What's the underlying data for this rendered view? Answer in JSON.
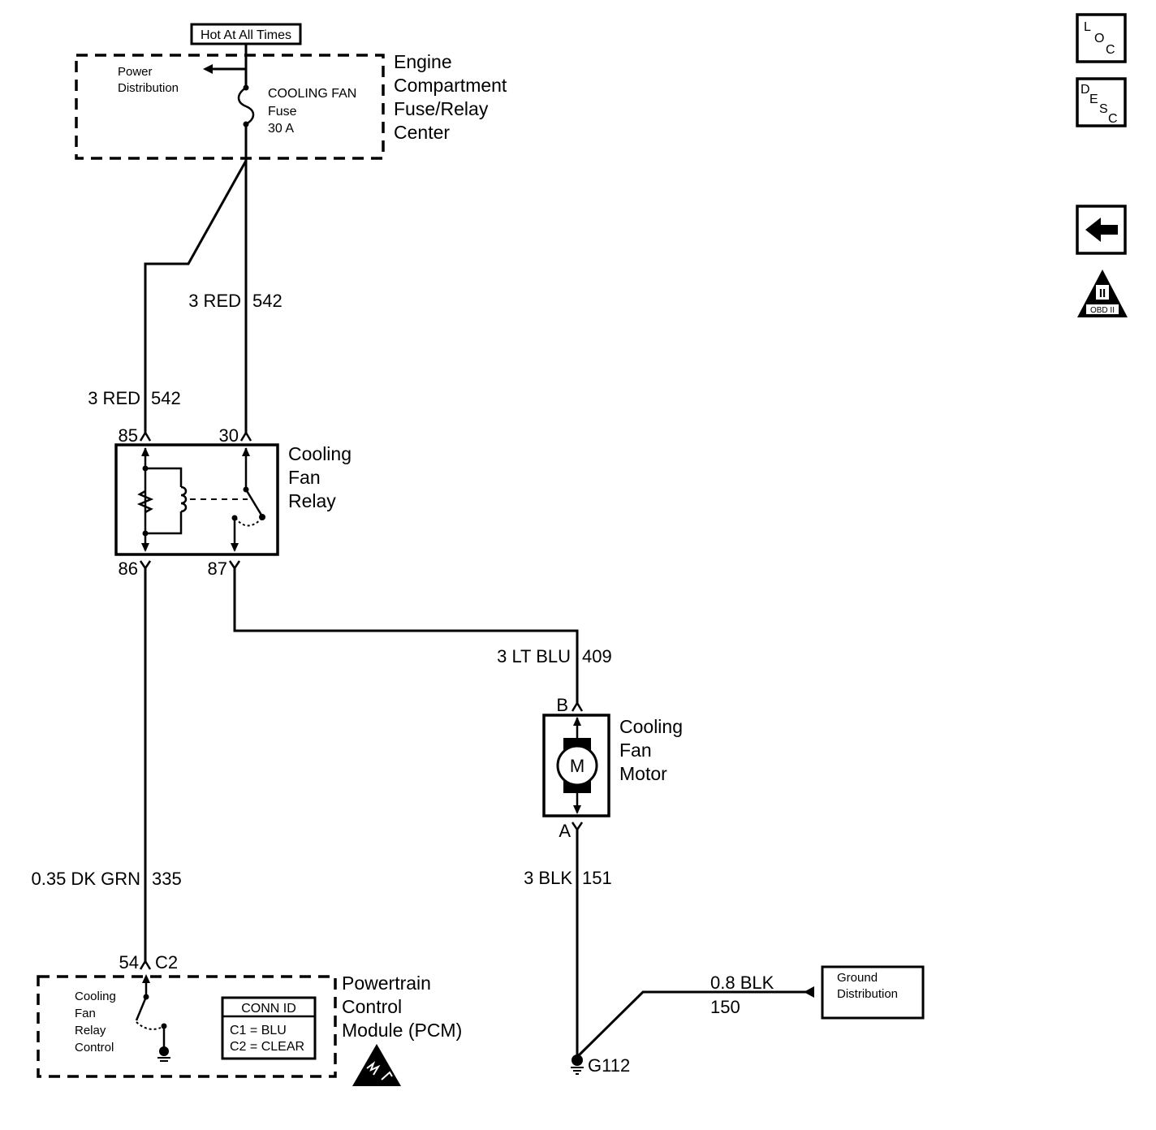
{
  "fuse_block": {
    "hot_label": "Hot At All Times",
    "power_distribution": [
      "Power",
      "Distribution"
    ],
    "fuse_label": [
      "COOLING FAN",
      "Fuse",
      "30 A"
    ],
    "title": [
      "Engine",
      "Compartment",
      "Fuse/Relay",
      "Center"
    ]
  },
  "wires": {
    "w1": "3 RED",
    "w1_circuit": "542",
    "w2": "3 RED",
    "w2_circuit": "542",
    "w3": "3 LT BLU",
    "w3_circuit": "409",
    "w4": "0.35 DK GRN",
    "w4_circuit": "335",
    "w5": "3 BLK",
    "w5_circuit": "151",
    "w6": "0.8 BLK",
    "w6_circuit": "150"
  },
  "relay": {
    "title": [
      "Cooling",
      "Fan",
      "Relay"
    ],
    "pin85": "85",
    "pin30": "30",
    "pin86": "86",
    "pin87": "87"
  },
  "motor": {
    "title": [
      "Cooling",
      "Fan",
      "Motor"
    ],
    "symbol": "M",
    "pinB": "B",
    "pinA": "A"
  },
  "pcm": {
    "connector_pin": "54",
    "connector": "C2",
    "control_label": [
      "Cooling",
      "Fan",
      "Relay",
      "Control"
    ],
    "conn_id_title": "CONN ID",
    "conn_id_rows": [
      "C1 = BLU",
      "C2 = CLEAR"
    ],
    "title": [
      "Powertrain",
      "Control",
      "Module (PCM)"
    ]
  },
  "ground": {
    "name": "G112",
    "distribution": [
      "Ground",
      "Distribution"
    ]
  },
  "nav": {
    "loc": [
      "L",
      "O",
      "C"
    ],
    "desc": [
      "D",
      "E",
      "S",
      "C"
    ],
    "obd_label": "OBD II",
    "obd_numeral": "II",
    "back_icon": "arrow-left-icon"
  }
}
